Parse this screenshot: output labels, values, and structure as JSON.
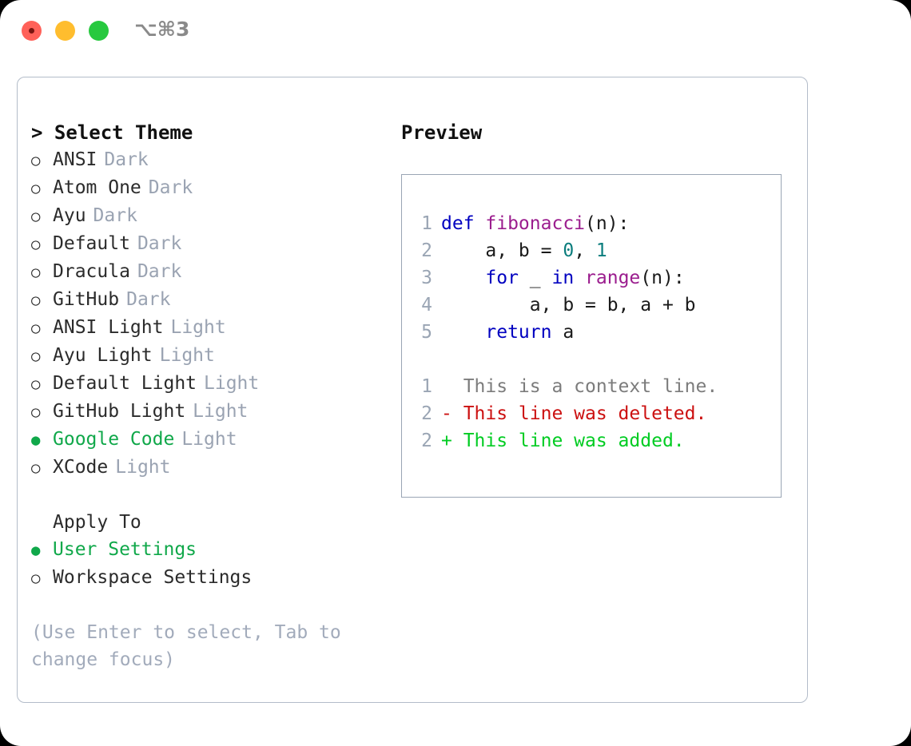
{
  "window": {
    "shortcut": "⌥⌘3",
    "traffic_lights": [
      "close-button",
      "minimize-button",
      "maximize-button"
    ],
    "colors": {
      "close": "#ff6159",
      "minimize": "#ffbd2e",
      "maximize": "#27c93f",
      "panel_border": "#b3bcc9",
      "preview_border": "#9aa5b4",
      "accent_selected": "#10a84a",
      "muted": "#9aa3b2",
      "hint": "#a2abbb"
    }
  },
  "theme_picker": {
    "header": "> Select Theme",
    "options": [
      {
        "marker": "○",
        "name": "ANSI",
        "variant": "Dark",
        "selected": false
      },
      {
        "marker": "○",
        "name": "Atom One",
        "variant": "Dark",
        "selected": false
      },
      {
        "marker": "○",
        "name": "Ayu",
        "variant": "Dark",
        "selected": false
      },
      {
        "marker": "○",
        "name": "Default",
        "variant": "Dark",
        "selected": false
      },
      {
        "marker": "○",
        "name": "Dracula",
        "variant": "Dark",
        "selected": false
      },
      {
        "marker": "○",
        "name": "GitHub",
        "variant": "Dark",
        "selected": false
      },
      {
        "marker": "○",
        "name": "ANSI Light",
        "variant": "Light",
        "selected": false
      },
      {
        "marker": "○",
        "name": "Ayu Light",
        "variant": "Light",
        "selected": false
      },
      {
        "marker": "○",
        "name": "Default Light",
        "variant": "Light",
        "selected": false
      },
      {
        "marker": "○",
        "name": "GitHub Light",
        "variant": "Light",
        "selected": false
      },
      {
        "marker": "●",
        "name": "Google Code",
        "variant": "Light",
        "selected": true
      },
      {
        "marker": "○",
        "name": "XCode",
        "variant": "Light",
        "selected": false
      }
    ]
  },
  "apply_to": {
    "title": "Apply To",
    "options": [
      {
        "marker": "●",
        "name": "User Settings",
        "selected": true
      },
      {
        "marker": "○",
        "name": "Workspace Settings",
        "selected": false
      }
    ]
  },
  "hint": "(Use Enter to select, Tab to change focus)",
  "preview": {
    "title": "Preview",
    "code_lines": [
      {
        "number": "1",
        "tokens": [
          {
            "text": "def ",
            "type": "keyword"
          },
          {
            "text": "fibonacci",
            "type": "function"
          },
          {
            "text": "(n):",
            "type": "plain"
          }
        ]
      },
      {
        "number": "2",
        "tokens": [
          {
            "text": "    a, b = ",
            "type": "plain"
          },
          {
            "text": "0",
            "type": "number"
          },
          {
            "text": ", ",
            "type": "plain"
          },
          {
            "text": "1",
            "type": "number"
          }
        ]
      },
      {
        "number": "3",
        "tokens": [
          {
            "text": "    ",
            "type": "plain"
          },
          {
            "text": "for",
            "type": "keyword"
          },
          {
            "text": " _ ",
            "type": "plain"
          },
          {
            "text": "in",
            "type": "keyword"
          },
          {
            "text": " ",
            "type": "plain"
          },
          {
            "text": "range",
            "type": "function"
          },
          {
            "text": "(n):",
            "type": "plain"
          }
        ]
      },
      {
        "number": "4",
        "tokens": [
          {
            "text": "        a, b = b, a + b",
            "type": "plain"
          }
        ]
      },
      {
        "number": "5",
        "tokens": [
          {
            "text": "    ",
            "type": "plain"
          },
          {
            "text": "return",
            "type": "keyword"
          },
          {
            "text": " a",
            "type": "plain"
          }
        ]
      }
    ],
    "diff_lines": [
      {
        "number": "1",
        "prefix": "  ",
        "text": "This is a context line.",
        "type": "context"
      },
      {
        "number": "2",
        "prefix": "- ",
        "text": "This line was deleted.",
        "type": "deleted"
      },
      {
        "number": "2",
        "prefix": "+ ",
        "text": "This line was added.",
        "type": "added"
      }
    ]
  }
}
